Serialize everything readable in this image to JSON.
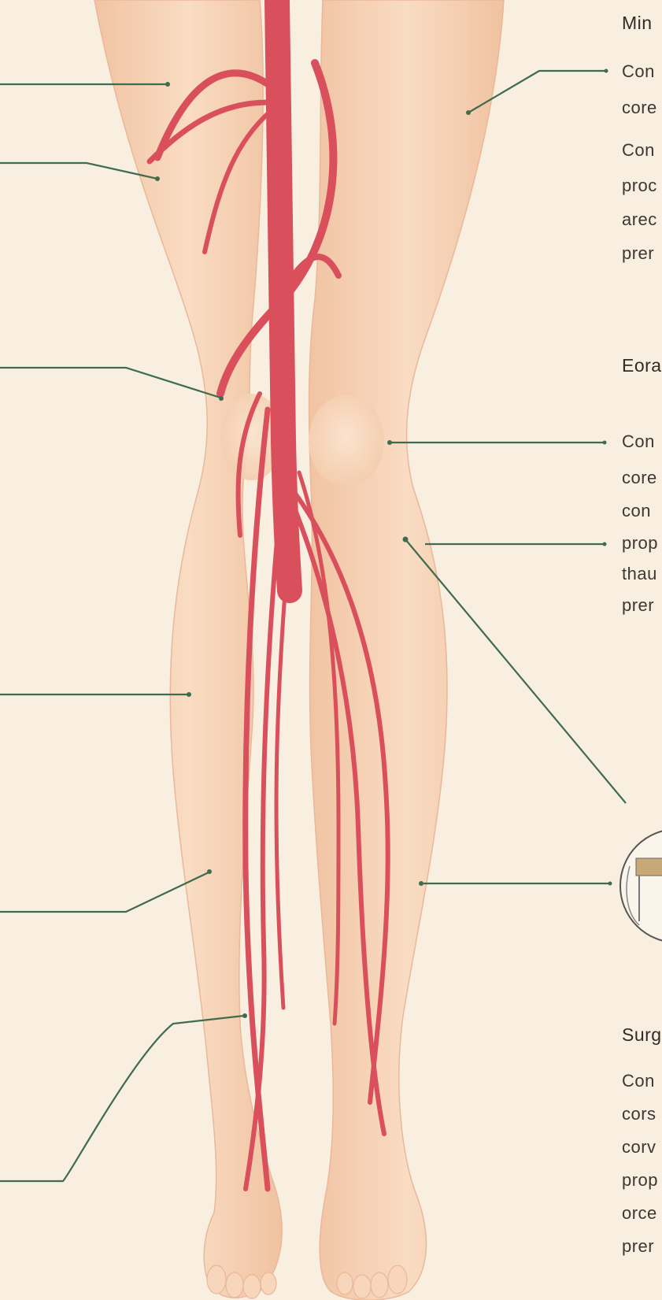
{
  "sections": [
    {
      "heading": "Min",
      "lines": [
        "Con",
        "core",
        "Con",
        "proc",
        "arec",
        "prer"
      ]
    },
    {
      "heading": "Eora",
      "lines": [
        "Con",
        "core",
        "con",
        "prop",
        "thau",
        "prer"
      ]
    },
    {
      "heading": "Surg",
      "lines": [
        "Con",
        "cors",
        "corv",
        "prop",
        "orce",
        "prer"
      ]
    }
  ],
  "colors": {
    "background": "#f8efe1",
    "skin": "#f7d2b5",
    "artery": "#d9505c",
    "leader_line": "#3f6b4e",
    "text": "#3b3833"
  }
}
